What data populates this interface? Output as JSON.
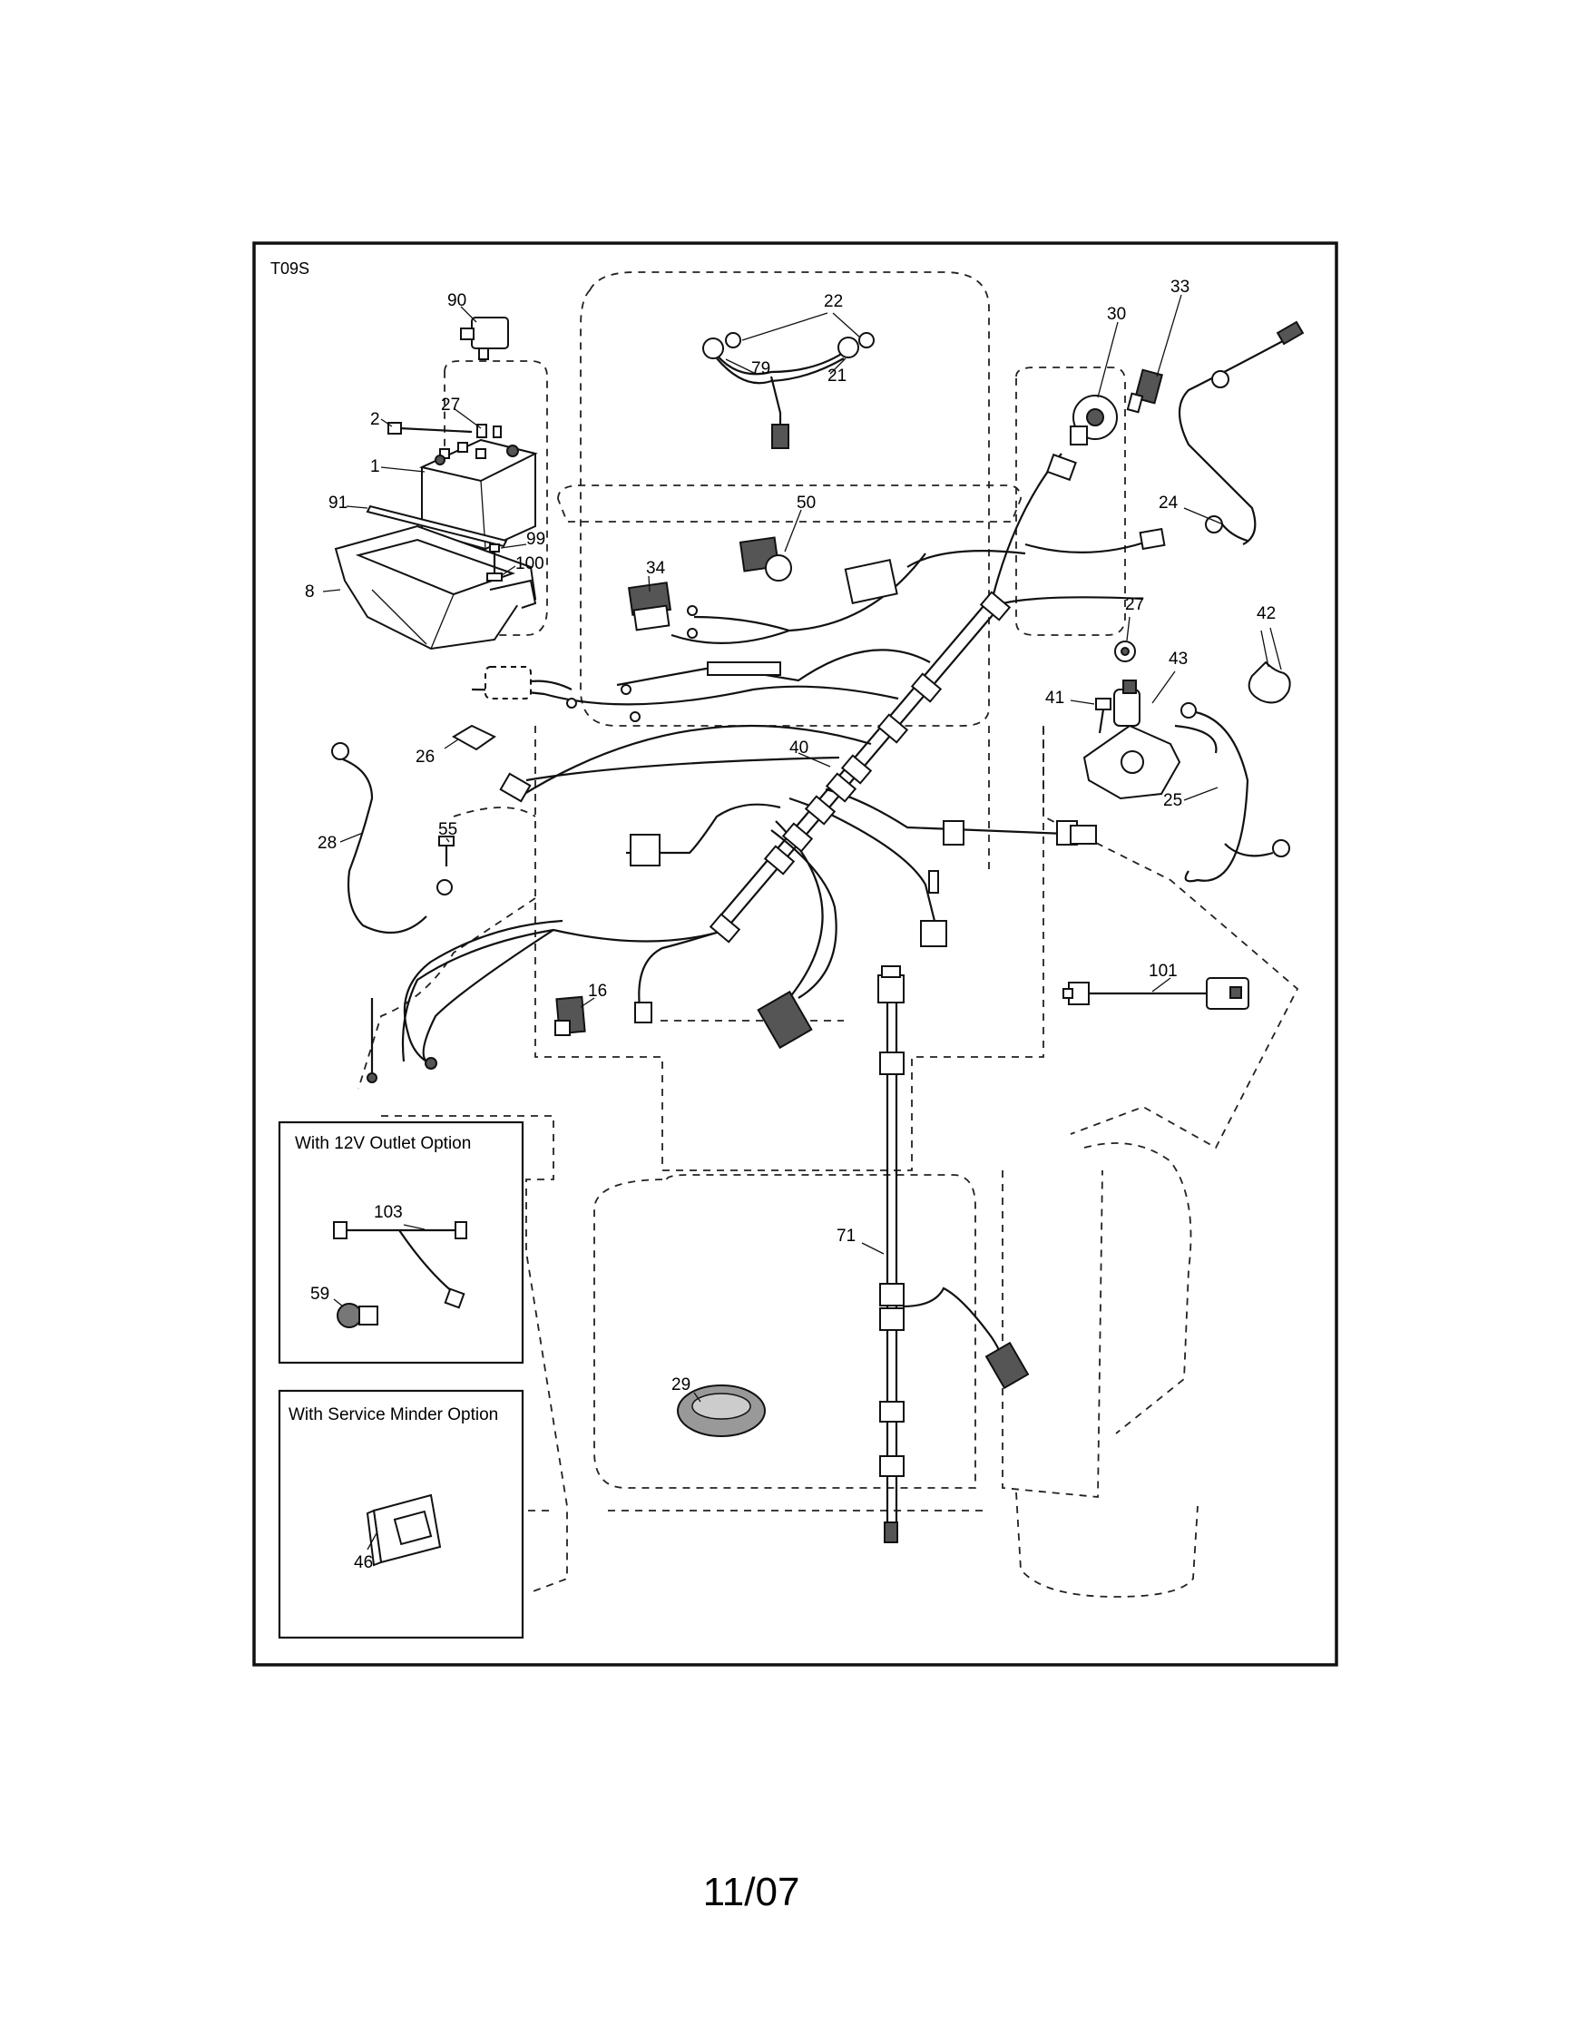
{
  "diagram": {
    "code": "T09S",
    "footer": "11/07",
    "callouts": [
      {
        "id": "c90",
        "text": "90"
      },
      {
        "id": "c22",
        "text": "22"
      },
      {
        "id": "c79",
        "text": "79"
      },
      {
        "id": "c21",
        "text": "21"
      },
      {
        "id": "c30",
        "text": "30"
      },
      {
        "id": "c33",
        "text": "33"
      },
      {
        "id": "c2",
        "text": "2"
      },
      {
        "id": "c27a",
        "text": "27"
      },
      {
        "id": "c1",
        "text": "1"
      },
      {
        "id": "c91",
        "text": "91"
      },
      {
        "id": "c99",
        "text": "99"
      },
      {
        "id": "c100",
        "text": "100"
      },
      {
        "id": "c8",
        "text": "8"
      },
      {
        "id": "c34",
        "text": "34"
      },
      {
        "id": "c50",
        "text": "50"
      },
      {
        "id": "c24",
        "text": "24"
      },
      {
        "id": "c27b",
        "text": "27"
      },
      {
        "id": "c42",
        "text": "42"
      },
      {
        "id": "c43",
        "text": "43"
      },
      {
        "id": "c41",
        "text": "41"
      },
      {
        "id": "c40",
        "text": "40"
      },
      {
        "id": "c26",
        "text": "26"
      },
      {
        "id": "c28",
        "text": "28"
      },
      {
        "id": "c55",
        "text": "55"
      },
      {
        "id": "c25",
        "text": "25"
      },
      {
        "id": "c16",
        "text": "16"
      },
      {
        "id": "c101",
        "text": "101"
      },
      {
        "id": "c103",
        "text": "103"
      },
      {
        "id": "c59",
        "text": "59"
      },
      {
        "id": "c71",
        "text": "71"
      },
      {
        "id": "c29",
        "text": "29"
      },
      {
        "id": "c46",
        "text": "46"
      }
    ],
    "option_boxes": {
      "outlet_title": "With 12V Outlet Option",
      "minder_title": "With Service Minder Option"
    }
  }
}
